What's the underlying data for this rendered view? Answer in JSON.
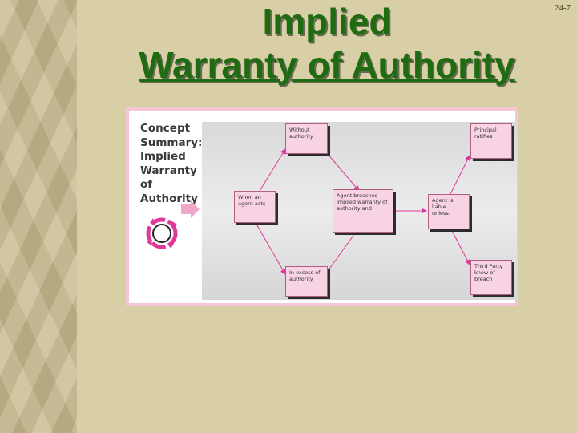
{
  "slide_number": "24-7",
  "title": {
    "line1": "Implied",
    "line2": "Warranty of Authority"
  },
  "figure": {
    "concept_lines": [
      "Concept",
      "Summary:",
      "Implied",
      "Warranty",
      "of",
      "Authority"
    ],
    "boxes": {
      "without_authority": "Without authority",
      "when_agent_acts": "When an agent acts",
      "in_excess": "In excess of authority",
      "agent_breaches": "Agent breaches implied warranty of authority and",
      "agent_liable": "Agent is liable unless:",
      "principal_ratifies": "Principal ratifies",
      "third_party_knew": "Third Party knew of breach"
    }
  }
}
